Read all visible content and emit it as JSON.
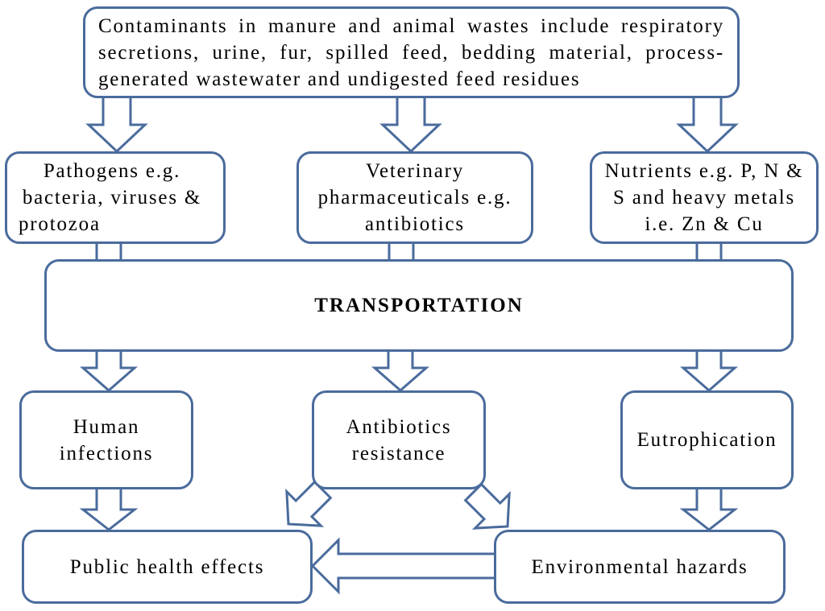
{
  "diagram": {
    "source": {
      "lines": [
        "Contaminants in manure and animal wastes include respiratory",
        "secretions, urine, fur, spilled feed, bedding material, process-",
        "generated wastewater and undigested feed residues"
      ]
    },
    "contaminant_types": [
      {
        "lines": [
          "Pathogens e.g.",
          "bacteria, viruses &",
          "protozoa"
        ]
      },
      {
        "lines": [
          "Veterinary",
          "pharmaceuticals e.g.",
          "antibiotics"
        ]
      },
      {
        "lines": [
          "Nutrients e.g. P, N &",
          "S and heavy metals",
          "i.e. Zn & Cu"
        ]
      }
    ],
    "process": {
      "label": "TRANSPORTATION"
    },
    "consequences": [
      {
        "lines": [
          "Human",
          "infections"
        ]
      },
      {
        "lines": [
          "Antibiotics",
          "resistance"
        ]
      },
      {
        "lines": [
          "Eutrophication"
        ]
      }
    ],
    "outcomes": [
      {
        "label": "Public health effects"
      },
      {
        "label": "Environmental hazards"
      }
    ]
  },
  "colors": {
    "border": "#4a6b9c",
    "fill": "#ffffff",
    "text": "#000000"
  }
}
